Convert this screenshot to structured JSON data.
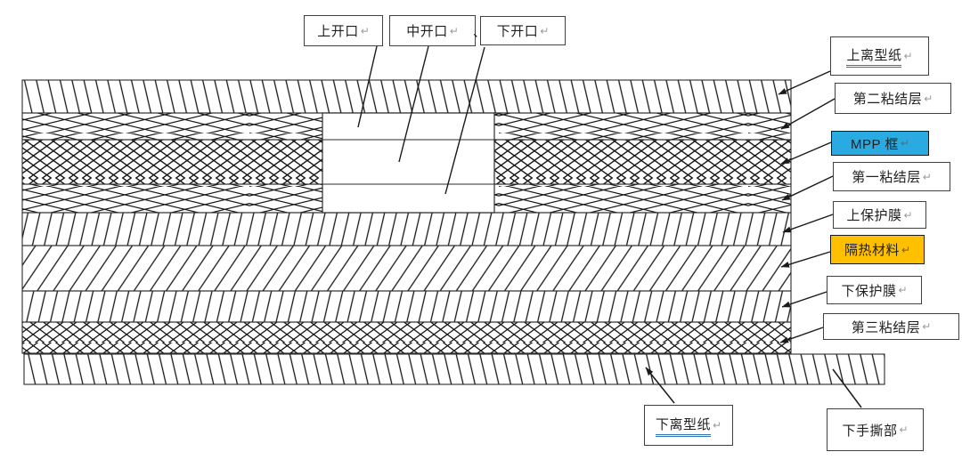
{
  "diagram": {
    "marks": {
      "return_mark": "↵",
      "separator": "、"
    },
    "colors": {
      "line": "#1a1a1a",
      "box_border": "#404040",
      "mpp_fill": "#29ABE2",
      "insulation_fill": "#FFC000",
      "underline_blue": "#2E75B6"
    },
    "top_labels": [
      {
        "id": "upper-opening",
        "text": "上开口"
      },
      {
        "id": "middle-opening",
        "text": "中开口"
      },
      {
        "id": "lower-opening",
        "text": "下开口"
      }
    ],
    "right_labels": [
      {
        "id": "upper-release-paper",
        "text": "上离型纸",
        "underline": true
      },
      {
        "id": "second-adhesive-layer",
        "text": "第二粘结层"
      },
      {
        "id": "mpp-frame",
        "text": "MPP 框",
        "highlight": "#29ABE2"
      },
      {
        "id": "first-adhesive-layer",
        "text": "第一粘结层"
      },
      {
        "id": "upper-protective-film",
        "text": "上保护膜"
      },
      {
        "id": "insulation-material",
        "text": "隔热材料",
        "highlight": "#FFC000"
      },
      {
        "id": "lower-protective-film",
        "text": "下保护膜"
      },
      {
        "id": "third-adhesive-layer",
        "text": "第三粘结层"
      }
    ],
    "bottom_labels": [
      {
        "id": "lower-release-paper",
        "text": "下离型纸",
        "underline": true
      },
      {
        "id": "lower-tear-part",
        "text": "下手撕部"
      }
    ]
  }
}
